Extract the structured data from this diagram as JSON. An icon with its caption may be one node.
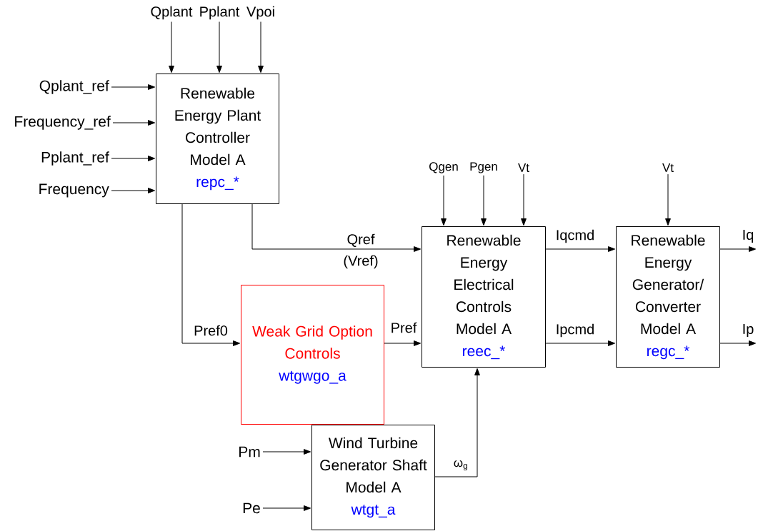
{
  "diagram": {
    "nodes": [
      {
        "text": [
          "Renewable Energy Plant Controller Model A",
          "repc_*"
        ]
      },
      {
        "text": [
          "Renewable Energy Electrical Controls Model A",
          "reec_*"
        ]
      },
      {
        "text": [
          "Renewable Energy Generator/ Converter Model A",
          "regc_*"
        ]
      },
      {
        "text": [
          "Weak Grid Option Controls",
          "wtgwgo_a"
        ]
      },
      {
        "text": [
          "Wind Turbine Generator Shaft Model A",
          "wtgt_a"
        ]
      },
      {
        "text": [
          "Qplant"
        ]
      },
      {
        "text": [
          "Pplant"
        ]
      },
      {
        "text": [
          "Vpoi"
        ]
      },
      {
        "text": [
          "Qplant_ref"
        ]
      },
      {
        "text": [
          "Frequency_ref"
        ]
      },
      {
        "text": [
          "Pplant_ref"
        ]
      },
      {
        "text": [
          "Frequency"
        ]
      },
      {
        "text": [
          "Qgen"
        ]
      },
      {
        "text": [
          "Pgen"
        ]
      },
      {
        "text": [
          "Vt"
        ]
      },
      {
        "text": [
          "Vt"
        ]
      },
      {
        "text": [
          "Pm"
        ]
      },
      {
        "text": [
          "Pe"
        ]
      }
    ],
    "edges": [
      {
        "from": 5,
        "to": 0,
        "arrow": "to"
      },
      {
        "from": 6,
        "to": 0,
        "arrow": "to"
      },
      {
        "from": 7,
        "to": 0,
        "arrow": "to"
      },
      {
        "from": 8,
        "to": 0,
        "arrow": "to"
      },
      {
        "from": 9,
        "to": 0,
        "arrow": "to"
      },
      {
        "from": 10,
        "to": 0,
        "arrow": "to"
      },
      {
        "from": 11,
        "to": 0,
        "arrow": "to"
      },
      {
        "from": 0,
        "to": 1,
        "arrow": "to",
        "label": "Qref (Vref)"
      },
      {
        "from": 0,
        "to": 3,
        "arrow": "to",
        "label": "Pref0"
      },
      {
        "from": 3,
        "to": 1,
        "arrow": "to",
        "label": "Pref"
      },
      {
        "from": 12,
        "to": 1,
        "arrow": "to"
      },
      {
        "from": 13,
        "to": 1,
        "arrow": "to"
      },
      {
        "from": 14,
        "to": 1,
        "arrow": "to"
      },
      {
        "from": 1,
        "to": 2,
        "arrow": "to",
        "label": "Iqcmd"
      },
      {
        "from": 1,
        "to": 2,
        "arrow": "to",
        "label": "Ipcmd"
      },
      {
        "from": 15,
        "to": 2,
        "arrow": "to"
      },
      {
        "from": 2,
        "to": null,
        "arrow": "to",
        "label": "Iq"
      },
      {
        "from": 2,
        "to": null,
        "arrow": "to",
        "label": "Ip"
      },
      {
        "from": 16,
        "to": 4,
        "arrow": "to"
      },
      {
        "from": 17,
        "to": 4,
        "arrow": "to"
      },
      {
        "from": 4,
        "to": 1,
        "arrow": "to",
        "label": "ω$_{g}$"
      }
    ]
  }
}
